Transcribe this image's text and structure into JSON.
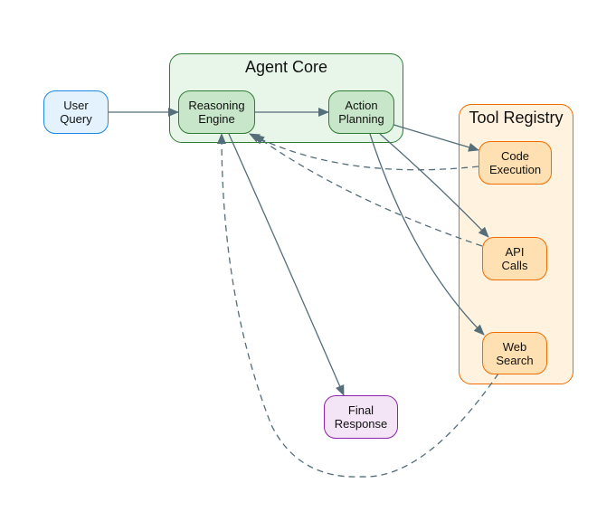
{
  "clusters": {
    "agent_core": {
      "title": "Agent Core",
      "fill": "#e8f5e9",
      "stroke": "#2e7d32"
    },
    "tool_registry": {
      "title": "Tool Registry",
      "fill": "#fff3e0",
      "stroke": "#ef6c00"
    }
  },
  "nodes": {
    "user_query": {
      "label": "User\nQuery",
      "fill": "#e3f2fd",
      "stroke": "#1e88e5"
    },
    "reasoning_engine": {
      "label": "Reasoning\nEngine",
      "fill": "#c8e6c9",
      "stroke": "#2e7d32"
    },
    "action_planning": {
      "label": "Action\nPlanning",
      "fill": "#c8e6c9",
      "stroke": "#2e7d32"
    },
    "code_execution": {
      "label": "Code\nExecution",
      "fill": "#ffe0b2",
      "stroke": "#ef6c00"
    },
    "api_calls": {
      "label": "API\nCalls",
      "fill": "#ffe0b2",
      "stroke": "#ef6c00"
    },
    "web_search": {
      "label": "Web\nSearch",
      "fill": "#ffe0b2",
      "stroke": "#ef6c00"
    },
    "final_response": {
      "label": "Final\nResponse",
      "fill": "#f3e5f5",
      "stroke": "#8e24aa"
    }
  },
  "edges": [
    {
      "from": "user_query",
      "to": "reasoning_engine",
      "style": "solid"
    },
    {
      "from": "reasoning_engine",
      "to": "action_planning",
      "style": "solid"
    },
    {
      "from": "action_planning",
      "to": "code_execution",
      "style": "solid"
    },
    {
      "from": "action_planning",
      "to": "api_calls",
      "style": "solid"
    },
    {
      "from": "action_planning",
      "to": "web_search",
      "style": "solid"
    },
    {
      "from": "reasoning_engine",
      "to": "final_response",
      "style": "solid"
    },
    {
      "from": "code_execution",
      "to": "reasoning_engine",
      "style": "dashed"
    },
    {
      "from": "api_calls",
      "to": "reasoning_engine",
      "style": "dashed"
    },
    {
      "from": "web_search",
      "to": "reasoning_engine",
      "style": "dashed"
    }
  ],
  "edge_color": "#546e7a"
}
